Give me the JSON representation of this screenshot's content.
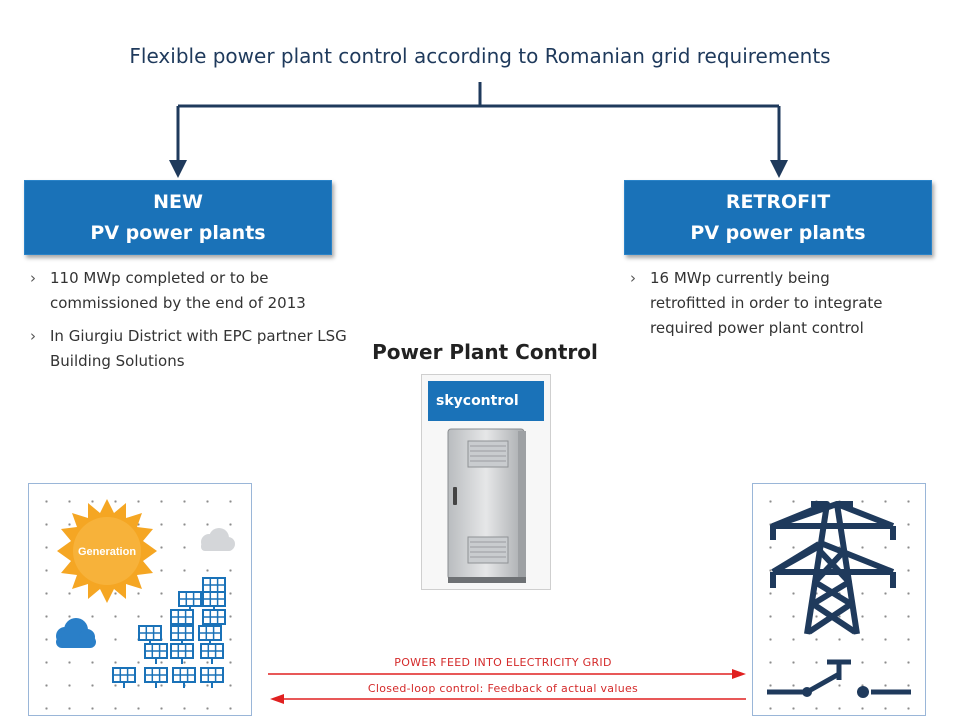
{
  "title": "Flexible power plant control according to Romanian grid requirements",
  "new_box": {
    "line1": "NEW",
    "line2": "PV power plants"
  },
  "retrofit_box": {
    "line1": "RETROFIT",
    "line2": "PV power plants"
  },
  "new_bullets": [
    "110 MWp completed or to be commissioned by the end of 2013",
    "In Giurgiu District with EPC partner LSG Building Solutions"
  ],
  "retrofit_bullets": [
    "16 MWp currently being retrofitted in order to integrate required power plant control"
  ],
  "bullet_glyph": "›",
  "control": {
    "title": "Power Plant Control",
    "brand": "skycontrol"
  },
  "generation_label": "Generation",
  "flows": {
    "feed": "POWER FEED INTO ELECTRICITY GRID",
    "loop": "Closed-loop control: Feedback of actual values"
  },
  "colors": {
    "accent": "#1a72b8",
    "connector": "#1f3a5c",
    "flow": "#e02020",
    "sun": "#f5a623",
    "tower": "#1f3a5c"
  }
}
